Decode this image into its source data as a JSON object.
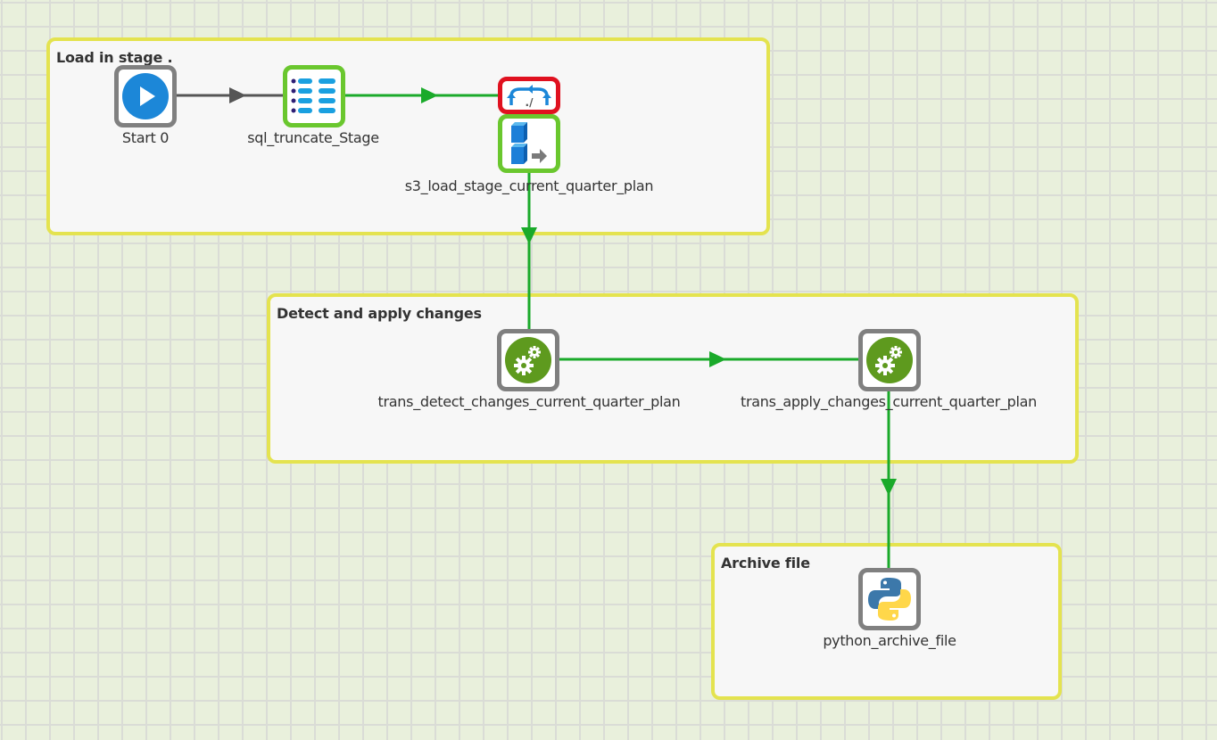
{
  "groups": [
    {
      "id": "load",
      "title": "Load in stage ."
    },
    {
      "id": "detect",
      "title": "Detect and apply changes"
    },
    {
      "id": "archive",
      "title": "Archive file"
    }
  ],
  "nodes": {
    "start": {
      "label": "Start 0",
      "icon": "play-icon",
      "status": "neutral"
    },
    "sql_truncate": {
      "label": "sql_truncate_Stage",
      "icon": "sql-list-icon",
      "status": "success"
    },
    "loop": {
      "label": "",
      "icon": "shell-loop-icon",
      "status": "error"
    },
    "s3_load": {
      "label": "s3_load_stage_current_quarter_plan",
      "icon": "s3-load-icon",
      "status": "success"
    },
    "trans_detect": {
      "label": "trans_detect_changes_current_quarter_plan",
      "icon": "gears-icon",
      "status": "neutral"
    },
    "trans_apply": {
      "label": "trans_apply_changes_current_quarter_plan",
      "icon": "gears-icon",
      "status": "neutral"
    },
    "python_archive": {
      "label": "python_archive_file",
      "icon": "python-icon",
      "status": "neutral"
    }
  },
  "links": [
    {
      "from": "start",
      "to": "sql_truncate",
      "color": "#555555"
    },
    {
      "from": "sql_truncate",
      "to": "loop",
      "color": "#1aaa2a"
    },
    {
      "from": "s3_load",
      "to": "trans_detect",
      "color": "#1aaa2a"
    },
    {
      "from": "trans_detect",
      "to": "trans_apply",
      "color": "#1aaa2a"
    },
    {
      "from": "trans_apply",
      "to": "python_archive",
      "color": "#1aaa2a"
    }
  ],
  "colors": {
    "group_border": "#e4e34f",
    "success_border": "#6ac72e",
    "error_border": "#e0111f",
    "neutral_border": "#808080",
    "link_success": "#1aaa2a",
    "link_default": "#555555"
  }
}
